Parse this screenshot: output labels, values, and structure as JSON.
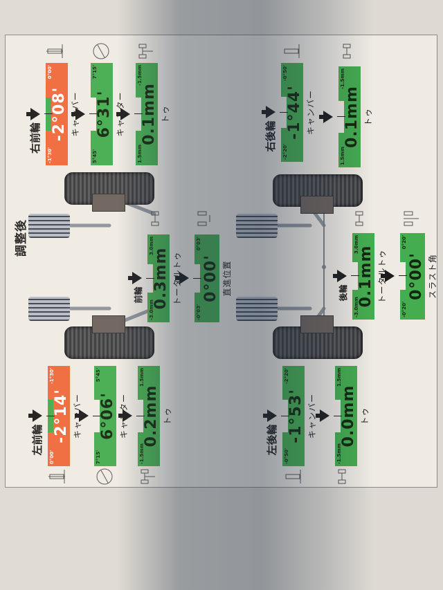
{
  "title": "調整後",
  "colors": {
    "in_spec": "#44ad4f",
    "out_of_spec": "#ef6a3c"
  },
  "front_right": {
    "label": "右前輪",
    "camber": {
      "label": "キャンバー",
      "value": "-2°08'",
      "range_left": "-1°30'",
      "range_right": "0°00'",
      "status": "out"
    },
    "caster": {
      "label": "キャスター",
      "value": "6°31'",
      "range_left": "5°45'",
      "range_right": "7°15'",
      "status": "in"
    },
    "toe": {
      "label": "トゥ",
      "value": "0.1mm",
      "range_left": "1.5mm",
      "range_right": "-1.5mm",
      "status": "in"
    }
  },
  "front_left": {
    "label": "左前輪",
    "camber": {
      "label": "キャンバー",
      "value": "-2°14'",
      "range_left": "0°00'",
      "range_right": "-1°30'",
      "status": "out"
    },
    "caster": {
      "label": "キャスター",
      "value": "6°06'",
      "range_left": "7°15'",
      "range_right": "5°45'",
      "status": "in"
    },
    "toe": {
      "label": "トゥ",
      "value": "0.2mm",
      "range_left": "-1.5mm",
      "range_right": "1.5mm",
      "status": "in"
    }
  },
  "front_axle": {
    "label": "前輪",
    "total_toe": {
      "label": "トータルトゥ",
      "value": "0.3mm",
      "range_left": "-3.0mm",
      "range_right": "3.0mm",
      "status": "in"
    },
    "straight_ahead": {
      "label": "直進位置",
      "value": "0°00'",
      "range_left": "-0°03'",
      "range_right": "0°03'",
      "status": "in"
    }
  },
  "rear_right": {
    "label": "右後輪",
    "camber": {
      "label": "キャンバー",
      "value": "-1°44'",
      "range_left": "-2°20'",
      "range_right": "-0°50'",
      "status": "in"
    },
    "toe": {
      "label": "トゥ",
      "value": "0.1mm",
      "range_left": "1.5mm",
      "range_right": "-1.5mm",
      "status": "in"
    }
  },
  "rear_left": {
    "label": "左後輪",
    "camber": {
      "label": "キャンバー",
      "value": "-1°53'",
      "range_left": "-0°50'",
      "range_right": "-2°20'",
      "status": "in"
    },
    "toe": {
      "label": "トゥ",
      "value": "0.0mm",
      "range_left": "-1.5mm",
      "range_right": "1.5mm",
      "status": "in"
    }
  },
  "rear_axle": {
    "label": "後輪",
    "total_toe": {
      "label": "トータルトゥ",
      "value": "0.1mm",
      "range_left": "-3.0mm",
      "range_right": "3.0mm",
      "status": "in"
    },
    "thrust_angle": {
      "label": "スラスト角",
      "value": "0°00'",
      "range_left": "-0°20'",
      "range_right": "0°20'",
      "status": "in"
    }
  }
}
